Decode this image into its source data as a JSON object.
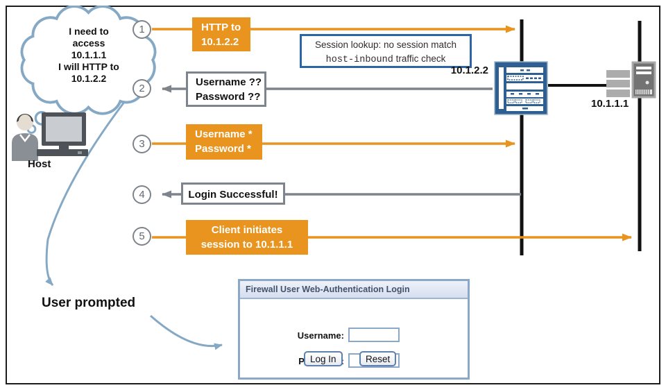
{
  "diagram": {
    "thought_cloud": {
      "lines": [
        "I need to",
        "access",
        "10.1.1.1",
        "I will HTTP to",
        "10.1.2.2"
      ]
    },
    "host": {
      "label": "Host"
    },
    "steps": [
      {
        "num": "1",
        "box_lines": [
          "HTTP to",
          "10.1.2.2"
        ],
        "type": "orange"
      },
      {
        "num": "2",
        "box_lines": [
          "Username ??",
          "Password ??"
        ],
        "type": "gray"
      },
      {
        "num": "3",
        "box_lines": [
          "Username *",
          "Password *"
        ],
        "type": "orange"
      },
      {
        "num": "4",
        "box_lines": [
          "Login Successful!"
        ],
        "type": "gray"
      },
      {
        "num": "5",
        "box_lines": [
          "Client initiates",
          "session to 10.1.1.1"
        ],
        "type": "orange"
      }
    ],
    "session_note": {
      "line1": "Session lookup: no session match",
      "line2_mono": "host-inbound",
      "line2_rest": " traffic check"
    },
    "firewall_label": "10.1.2.2",
    "server_label": "10.1.1.1",
    "user_prompted": "User prompted"
  },
  "login_form": {
    "title": "Firewall User Web-Authentication Login",
    "username_label": "Username:",
    "password_label": "Password:",
    "username_value": "",
    "password_value": "",
    "login_button": "Log In",
    "reset_button": "Reset"
  },
  "colors": {
    "orange": "#E8941F",
    "gray": "#7E848C",
    "session_border_blue": "#2B65A5",
    "steel_blue": "#85A9C5",
    "firewall_blue": "#2F5F90",
    "line_black": "#111111"
  }
}
